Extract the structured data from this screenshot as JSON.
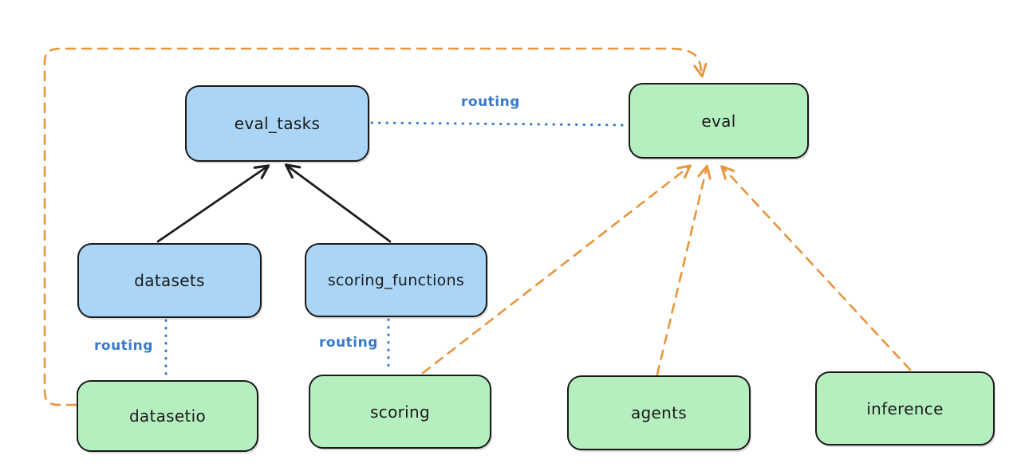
{
  "diagram": {
    "type": "architecture-diagram",
    "nodes": {
      "eval_tasks": {
        "label": "eval_tasks",
        "kind": "resource",
        "fill": "#abd5f6"
      },
      "eval": {
        "label": "eval",
        "kind": "api",
        "fill": "#b5efbf"
      },
      "datasets": {
        "label": "datasets",
        "kind": "resource",
        "fill": "#abd5f6"
      },
      "scoring_functions": {
        "label": "scoring_functions",
        "kind": "resource",
        "fill": "#abd5f6"
      },
      "datasetio": {
        "label": "datasetio",
        "kind": "api",
        "fill": "#b5efbf"
      },
      "scoring": {
        "label": "scoring",
        "kind": "api",
        "fill": "#b5efbf"
      },
      "agents": {
        "label": "agents",
        "kind": "api",
        "fill": "#b5efbf"
      },
      "inference": {
        "label": "inference",
        "kind": "api",
        "fill": "#b5efbf"
      }
    },
    "edges": [
      {
        "from": "eval_tasks",
        "to": "eval",
        "style": "dotted",
        "color": "blue",
        "label": "routing"
      },
      {
        "from": "datasets",
        "to": "datasetio",
        "style": "dotted",
        "color": "blue",
        "label": "routing"
      },
      {
        "from": "scoring_functions",
        "to": "scoring",
        "style": "dotted",
        "color": "blue",
        "label": "routing"
      },
      {
        "from": "datasets",
        "to": "eval_tasks",
        "style": "solid",
        "color": "black",
        "arrow": true
      },
      {
        "from": "scoring_functions",
        "to": "eval_tasks",
        "style": "solid",
        "color": "black",
        "arrow": true
      },
      {
        "from": "datasetio",
        "to": "eval",
        "style": "dashed",
        "color": "orange",
        "arrow": true
      },
      {
        "from": "scoring",
        "to": "eval",
        "style": "dashed",
        "color": "orange",
        "arrow": true
      },
      {
        "from": "agents",
        "to": "eval",
        "style": "dashed",
        "color": "orange",
        "arrow": true
      },
      {
        "from": "inference",
        "to": "eval",
        "style": "dashed",
        "color": "orange",
        "arrow": true
      }
    ],
    "colors": {
      "background": "#ffffff",
      "blue_node_fill": "#abd5f6",
      "green_node_fill": "#b5efbf",
      "node_stroke": "#1a1a1a",
      "black_line": "#1e1e1e",
      "orange_line": "#e8953c",
      "routing_line": "#3879c8",
      "routing_text": "#3879c8"
    }
  }
}
